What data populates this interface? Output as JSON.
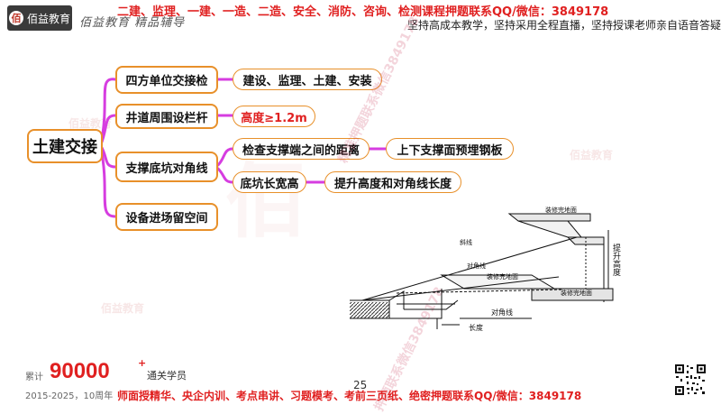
{
  "header": {
    "logo_text": "佰益教育",
    "signature": "佰益教育 精品辅导",
    "promo_line1": "二建、监理、一建、一造、二造、安全、消防、咨询、检测课程押题联系QQ/微信：3849178",
    "promo_line2": "坚持高成本教学，坚持采用全程直播，坚持授课老师亲自语音答疑"
  },
  "mindmap": {
    "root": "土建交接",
    "branches": [
      {
        "label": "四方单位交接检",
        "children": [
          "建设、监理、土建、安装"
        ]
      },
      {
        "label": "井道周围设栏杆",
        "children": [
          "高度≥1.2m"
        ]
      },
      {
        "label": "支撑底坑对角线",
        "children": [
          "检查支撑端之间的距离",
          "底坑长宽高"
        ],
        "grandchildren": [
          "上下支撑面预埋钢板",
          "提升高度和对角线长度"
        ]
      },
      {
        "label": "设备进场留空间",
        "children": []
      }
    ]
  },
  "diagram": {
    "labels": {
      "finished_floor_top": "装修完地面",
      "slope_line": "斜线",
      "diagonal_upper": "对角线",
      "finished_floor_mid": "装修完地面",
      "finished_floor_right": "装修完地面",
      "lift_height": "提升高度",
      "diagonal_lower": "对角线",
      "length": "长度"
    }
  },
  "watermarks": {
    "brand": "佰益教育",
    "diagonal1": "精准押题联系微信3849178",
    "diagonal2": "押题联系微信3849178"
  },
  "footer": {
    "cumulative": "累计",
    "count": "90000",
    "plus": "+",
    "graduates": "通关学员",
    "years": "2015-2025，10周年",
    "promo": "师面授精华、央企内训、考点串讲、习题模考、考前三页纸、绝密押题联系QQ/微信：3849178",
    "page_number": "25"
  },
  "colors": {
    "branch": "#d63de0",
    "node_border": "#e8902a",
    "highlight_red": "#e02020"
  }
}
